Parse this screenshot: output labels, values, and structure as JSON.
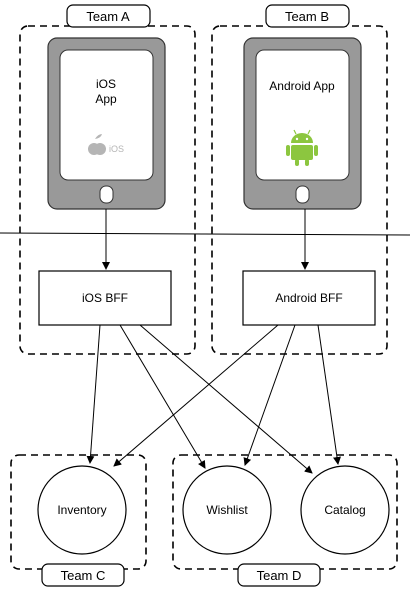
{
  "teams": {
    "a": "Team A",
    "b": "Team B",
    "c": "Team C",
    "d": "Team D"
  },
  "apps": {
    "ios_line1": "iOS",
    "ios_line2": "App",
    "ios_logo_text": "iOS",
    "android": "Android App"
  },
  "bffs": {
    "ios": "iOS BFF",
    "android": "Android BFF"
  },
  "services": {
    "inventory": "Inventory",
    "wishlist": "Wishlist",
    "catalog": "Catalog"
  },
  "colors": {
    "device_body": "#999999",
    "device_screen": "#ffffff",
    "android_green": "#8cc63f",
    "apple_gray": "#b5b5b5"
  }
}
